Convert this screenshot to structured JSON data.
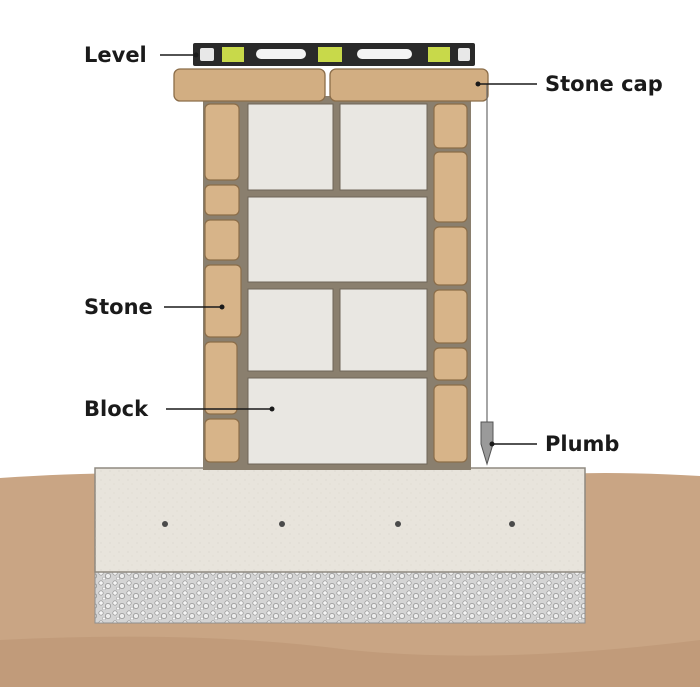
{
  "labels": {
    "level": "Level",
    "stone_cap": "Stone cap",
    "stone": "Stone",
    "block": "Block",
    "plumb": "Plumb"
  },
  "colors": {
    "soil": "#c9a584",
    "soil_dark": "#b38a66",
    "concrete": "#e8e4dc",
    "gravel": "#cfcfcf",
    "block": "#e9e7e2",
    "mortar": "#8a7f6e",
    "stone": "#d7b489",
    "level": "#2a2a2a",
    "leader": "#1a1a1a"
  }
}
